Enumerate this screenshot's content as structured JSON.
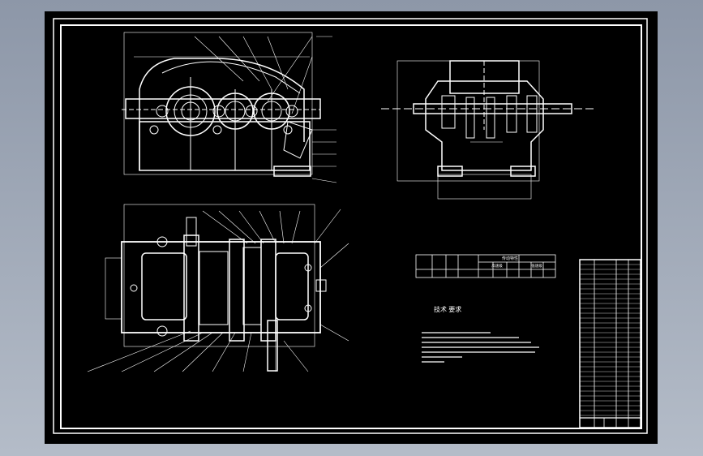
{
  "colors": {
    "viewport_bg": "#a8b1bf",
    "sheet_bg": "#000000",
    "line": "#ffffff",
    "title_block_bg": "#000000"
  },
  "drawing": {
    "views": [
      "front-view",
      "side-view",
      "top-section-view"
    ],
    "tech_title": "技术 要求",
    "table_group_label": "传动特性",
    "table_sub_left": "高速级",
    "table_sub_right": "低速级"
  }
}
